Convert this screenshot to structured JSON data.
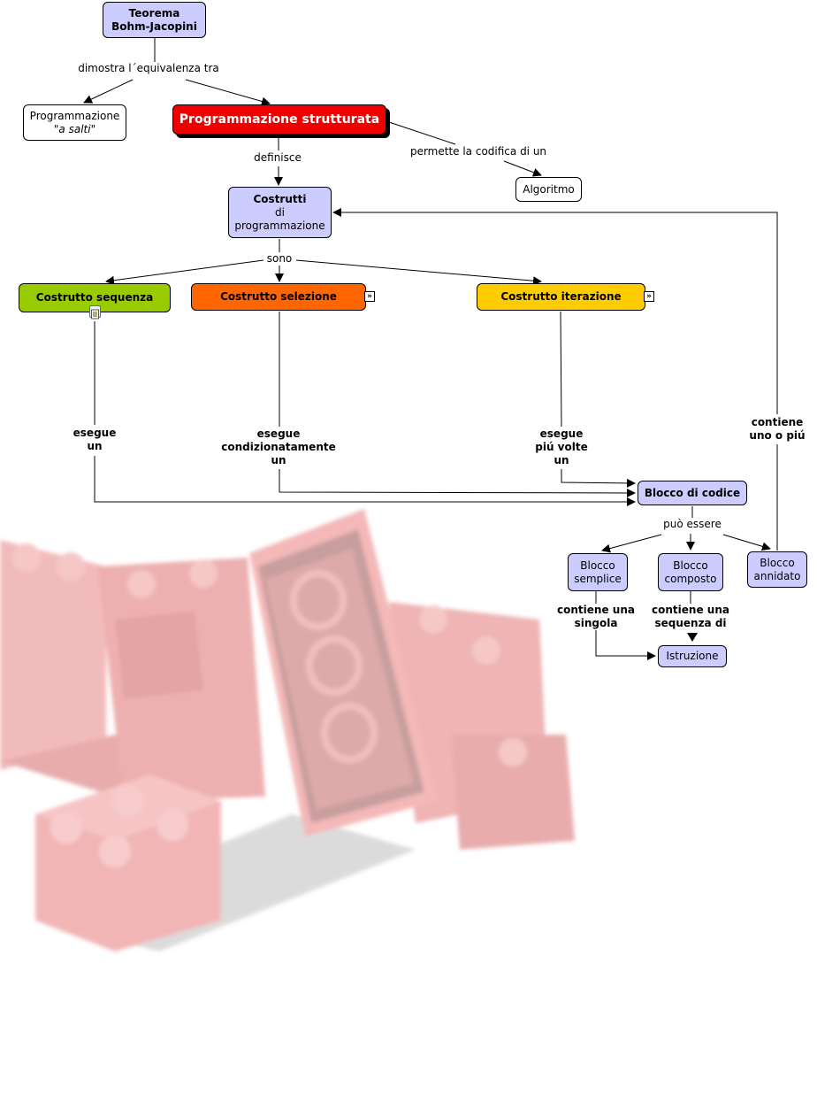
{
  "nodes": {
    "teorema": [
      "Teorema",
      "Bohm-Jacopini"
    ],
    "programmazione_a_salti": [
      "Programmazione",
      "\"a salti\""
    ],
    "programmazione_strutturata": "Programmazione strutturata",
    "algoritmo": "Algoritmo",
    "costrutti": [
      "Costrutti",
      "di",
      "programmazione"
    ],
    "costrutto_sequenza": "Costrutto sequenza",
    "costrutto_selezione": "Costrutto selezione",
    "costrutto_iterazione": "Costrutto iterazione",
    "blocco_di_codice": "Blocco di codice",
    "blocco_semplice": [
      "Blocco",
      "semplice"
    ],
    "blocco_composto": [
      "Blocco",
      "composto"
    ],
    "blocco_annidato": [
      "Blocco",
      "annidato"
    ],
    "istruzione": "Istruzione"
  },
  "links": {
    "dimostra": "dimostra l´equivalenza tra",
    "definisce": "definisce",
    "permette": "permette la codifica di un",
    "sono": "sono",
    "esegue_un": [
      "esegue",
      "un"
    ],
    "esegue_condizionatamente": [
      "esegue",
      "condizionatamente",
      "un"
    ],
    "esegue_piu_volte": [
      "esegue",
      "piú volte",
      "un"
    ],
    "contiene_uno_o_piu": [
      "contiene",
      "uno o piú"
    ],
    "puo_essere": "può essere",
    "contiene_una_singola": [
      "contiene una",
      "singola"
    ],
    "contiene_una_sequenza_di": [
      "contiene una",
      "sequenza di"
    ]
  },
  "colors": {
    "concept_blue": "#ccccff",
    "strutturata_red": "#ee0000",
    "sequenza_green": "#99cc00",
    "selezione_orange": "#ff6600",
    "iterazione_yellow": "#ffcc00",
    "background_bricks": "#e86a6a"
  },
  "icons": {
    "expander": "double-chevron-right-icon",
    "resource": "document-icon",
    "background": "lego-bricks-illustration"
  }
}
